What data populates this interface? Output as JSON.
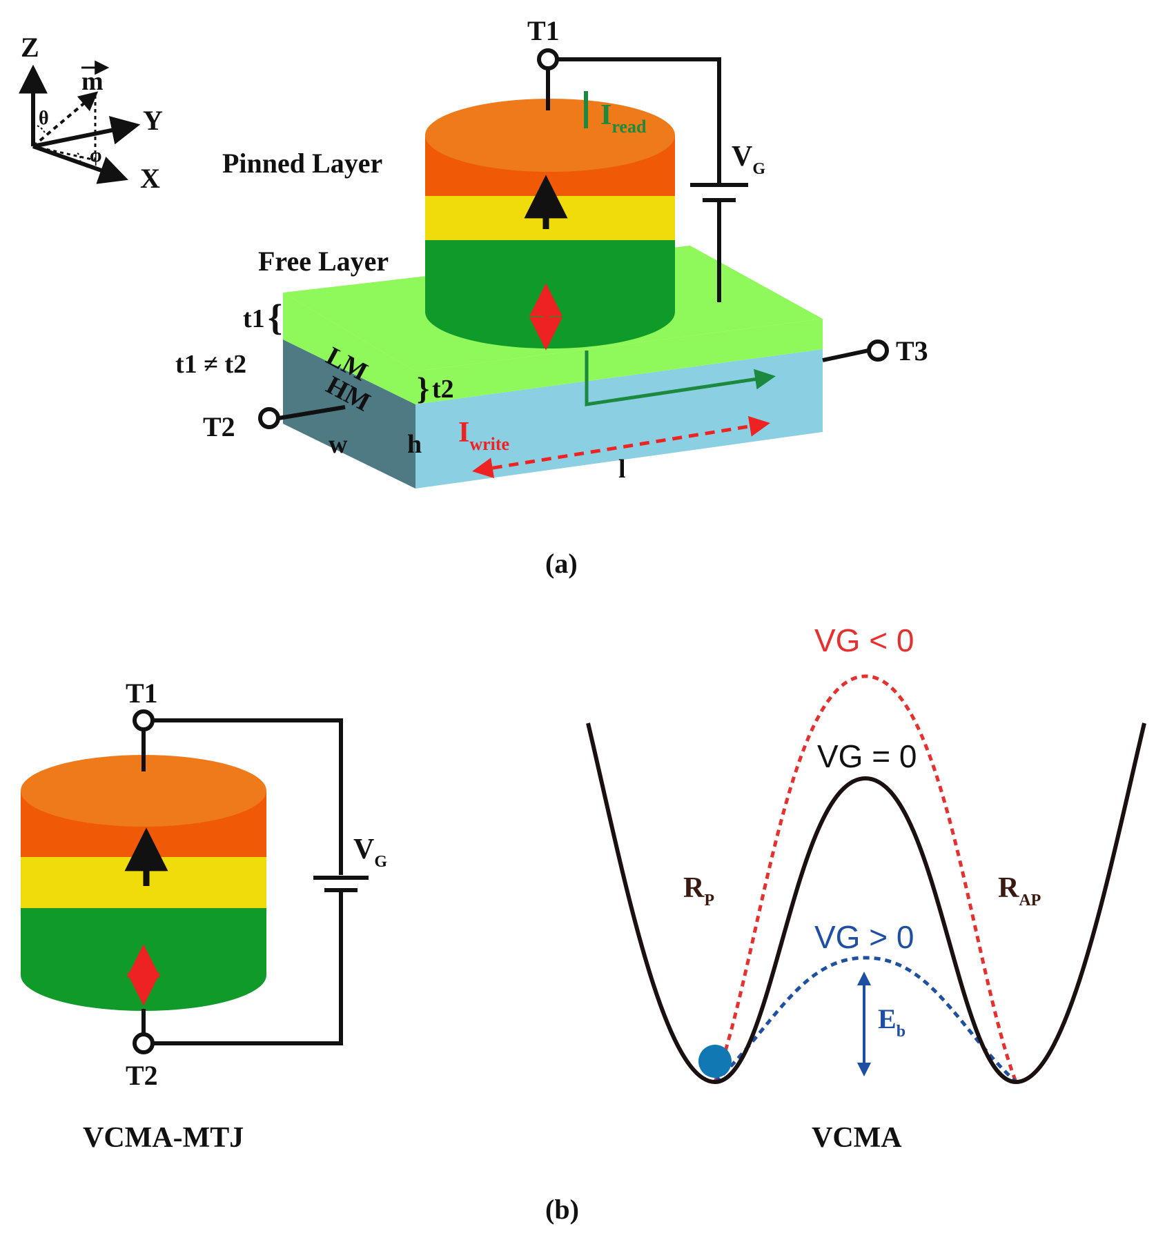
{
  "axes": {
    "z_label": "Z",
    "y_label": "Y",
    "x_label": "X",
    "m_label": "m",
    "theta_label": "θ",
    "phi_label": "φ"
  },
  "panel_a": {
    "caption": "(a)",
    "t1_terminal": "T1",
    "t2_terminal": "T2",
    "t3_terminal": "T3",
    "pinned_layer": "Pinned Layer",
    "free_layer": "Free Layer",
    "i_read_main": "I",
    "i_read_sub": "read",
    "vg_main": "V",
    "vg_sub": "G",
    "t1_thickness": "t1",
    "t2_thickness": "t2",
    "inequality": "t1 ≠ t2",
    "lm_label": "LM",
    "hm_label": "HM",
    "w_label": "w",
    "h_label": "h",
    "l_label": "l",
    "i_write_main": "I",
    "i_write_sub": "write"
  },
  "panel_b": {
    "caption": "(b)",
    "t1_terminal": "T1",
    "t2_terminal": "T2",
    "vg_main": "V",
    "vg_sub": "G",
    "device_label": "VCMA-MTJ",
    "energy_label": "VCMA",
    "vg_neg": "VG < 0",
    "vg_zero": "VG = 0",
    "vg_pos": "VG > 0",
    "rp_main": "R",
    "rp_sub": "P",
    "rap_main": "R",
    "rap_sub": "AP",
    "eb_main": "E",
    "eb_sub": "b"
  },
  "colors": {
    "pinned_top": "#ee7a1a",
    "pinned_side": "#f05a06",
    "barrier": "#f0dc0a",
    "free_layer": "#109a2a",
    "lm_layer": "#8ff85a",
    "hm_front": "#8bd0e2",
    "hm_side": "#4e7a84",
    "read_current": "#1b8a3e",
    "write_current": "#ee2222",
    "vg_neg_curve": "#e53030",
    "vg_pos_curve": "#1f4fa0",
    "ball": "#1278b4"
  }
}
